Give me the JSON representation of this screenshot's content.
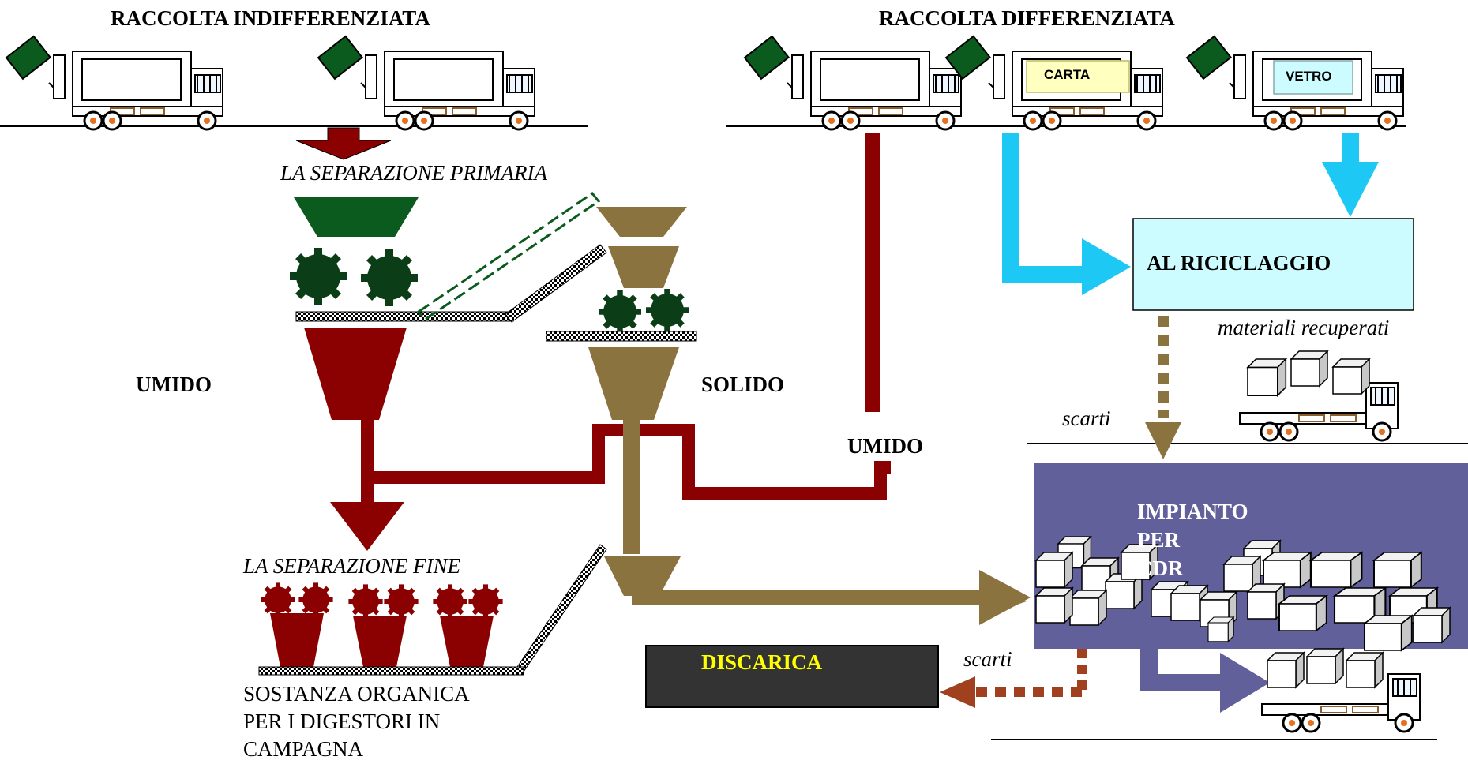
{
  "headers": {
    "raccolta_indifferenziata": "RACCOLTA  INDIFFERENZIATA",
    "raccolta_differenziata": "RACCOLTA DIFFERENZIATA"
  },
  "trucks": {
    "carta_label": "CARTA",
    "vetro_label": "VETRO"
  },
  "labels": {
    "separazione_primaria": "LA SEPARAZIONE PRIMARIA",
    "umido_left": "UMIDO",
    "solido": "SOLIDO",
    "umido_right": "UMIDO",
    "separazione_fine": "LA SEPARAZIONE FINE",
    "sostanza_organica": [
      "SOSTANZA ORGANICA",
      "PER I DIGESTORI IN",
      "CAMPAGNA"
    ],
    "riciclaggio": "AL RICICLAGGIO",
    "materiali_recuperati": "materiali recuperati",
    "scarti_top": "scarti",
    "scarti_bottom": "scarti",
    "impianto": [
      "IMPIANTO",
      "PER",
      "CDR"
    ],
    "discarica": "DISCARICA"
  },
  "colors": {
    "dark_red": "#8b0000",
    "tan": "#8b7340",
    "dark_green": "#0b5a1e",
    "cyan_arrow": "#1ec8f5",
    "cyan_box": "#ccfcff",
    "purple_box": "#62609a",
    "discarica_bg": "#333333",
    "discarica_text": "#ffff00",
    "brown_arrow": "#a0401f"
  }
}
